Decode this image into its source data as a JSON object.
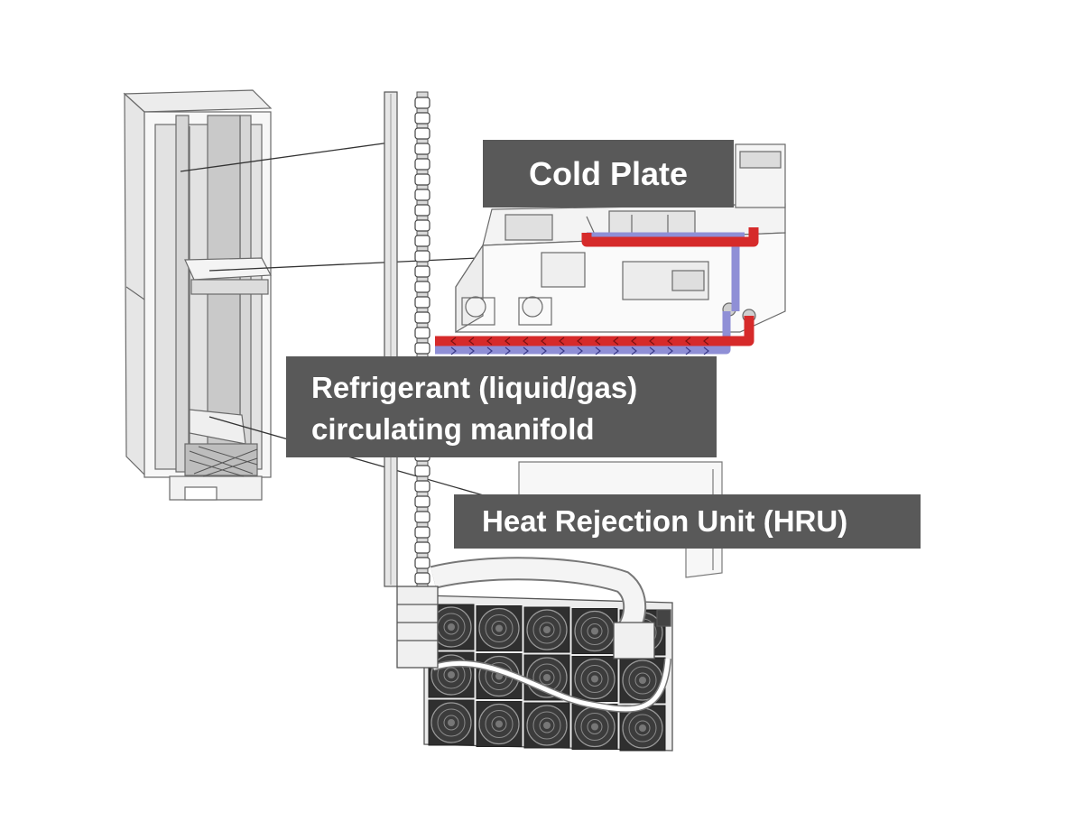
{
  "labels": {
    "cold_plate": "Cold Plate",
    "refrigerant_line1": "Refrigerant (liquid/gas)",
    "refrigerant_line2": "circulating manifold",
    "hru": "Heat Rejection Unit (HRU)"
  },
  "colors": {
    "label_bg": "#595959",
    "label_text": "#ffffff",
    "hot_line": "#d62a2a",
    "cool_line": "#8f8fd6",
    "outline": "#6a6a6a",
    "panel": "#f2f2f2"
  },
  "icons": [
    "server-rack-icon",
    "vertical-manifold-icon",
    "cold-plate-server-icon",
    "heat-rejection-unit-icon",
    "fan-icon"
  ]
}
